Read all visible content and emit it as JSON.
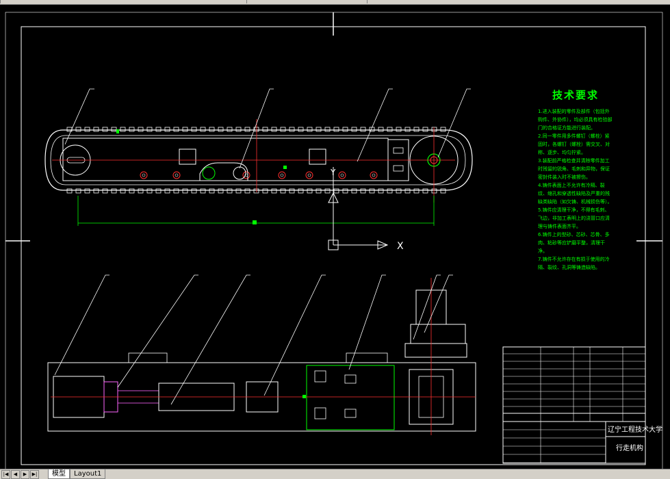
{
  "tabs": [
    {
      "label": "模型"
    },
    {
      "label": "Layout1"
    }
  ],
  "technical_requirements": {
    "title": "技术要求",
    "body": "1.进入装配的零件及部件（包括外购件、外协件），均必须具有检验部门的合格证方能进行装配。\n2.同一零件用多件螺钉（螺栓）紧固时，各螺钉（螺栓）需交叉、对称、逐步、均匀拧紧。\n3.装配前严格检查并清除零件加工时残留的锐角、毛刺和异物，保证密封件装入时不被擦伤。\n4.铸件表面上不允许有冷隔、裂纹、缩孔和穿透性缺陷及严重的残缺类缺陷（如欠铸、机械损伤等）。\n5.铸件应清理干净，不得有毛刺、飞边，非加工表明上的浇冒口应清理与铸件表面齐平。\n6.铸件上的型砂、芯砂、芯骨、多肉、粘砂等应铲磨平整，清理干净。\n7.铸件不允许存在有损于使用的冷隔、裂纹、孔洞等铸造缺陷。"
  },
  "title_block": {
    "school": "辽宁工程技术大学",
    "drawing_name": "行走机构"
  },
  "ucs": {
    "x_label": "X",
    "y_label": "Y"
  }
}
